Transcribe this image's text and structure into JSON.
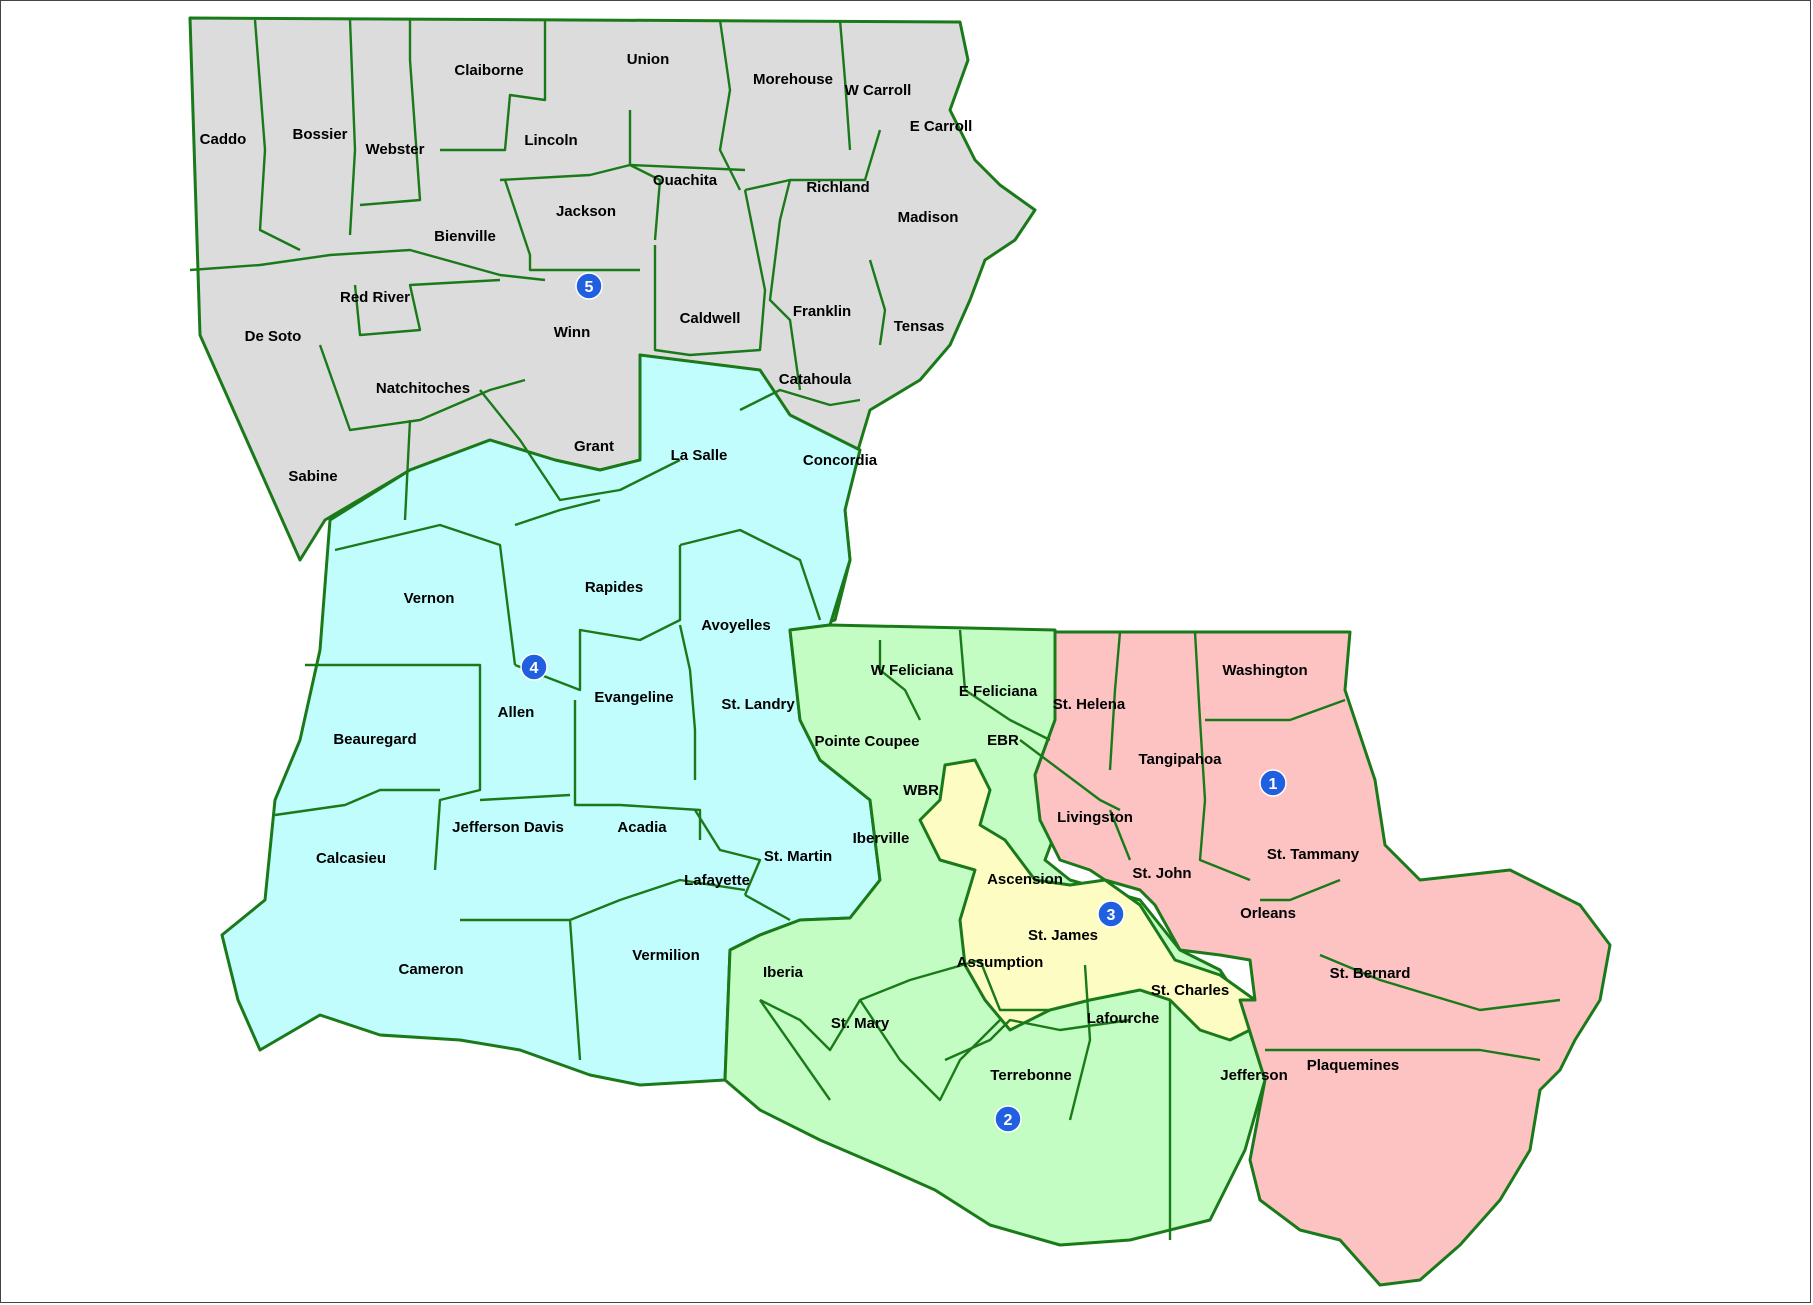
{
  "colors": {
    "district_5": "#dcdcdc",
    "district_4": "#c2fdfd",
    "district_2": "#c3fdc3",
    "district_1": "#fdc3c3",
    "district_3": "#fdfdc3",
    "boundary": "#1a7a1a",
    "marker": "#1f5fe0"
  },
  "districts": [
    {
      "number": "5",
      "color_key": "district_5"
    },
    {
      "number": "4",
      "color_key": "district_4"
    },
    {
      "number": "2",
      "color_key": "district_2"
    },
    {
      "number": "1",
      "color_key": "district_1"
    },
    {
      "number": "3",
      "color_key": "district_3"
    }
  ],
  "parishes": [
    "Caddo",
    "Bossier",
    "Webster",
    "Claiborne",
    "Union",
    "Morehouse",
    "W Carroll",
    "E Carroll",
    "Lincoln",
    "Ouachita",
    "Richland",
    "Madison",
    "Jackson",
    "Bienville",
    "Red River",
    "De Soto",
    "Winn",
    "Caldwell",
    "Franklin",
    "Tensas",
    "Natchitoches",
    "Catahoula",
    "Sabine",
    "Grant",
    "La Salle",
    "Concordia",
    "Vernon",
    "Rapides",
    "Avoyelles",
    "W Feliciana",
    "E Feliciana",
    "St. Helena",
    "Washington",
    "Allen",
    "Evangeline",
    "St. Landry",
    "Beauregard",
    "Pointe Coupee",
    "EBR",
    "Tangipahoa",
    "WBR",
    "Livingston",
    "Jefferson Davis",
    "Acadia",
    "Iberville",
    "Calcasieu",
    "St. Martin",
    "Ascension",
    "St. John",
    "St. Tammany",
    "Lafayette",
    "Orleans",
    "St. James",
    "Cameron",
    "Vermilion",
    "Iberia",
    "Assumption",
    "St. Bernard",
    "St. Charles",
    "St. Mary",
    "Lafourche",
    "Terrebonne",
    "Jefferson",
    "Plaquemines"
  ]
}
